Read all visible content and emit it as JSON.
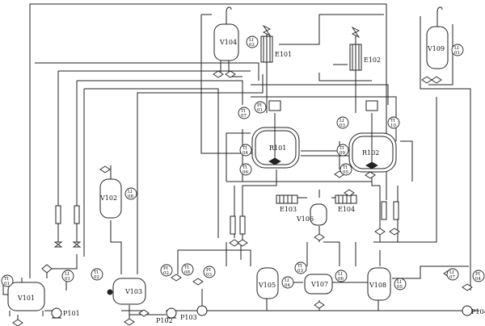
{
  "equipment": {
    "V101": "V101",
    "V102": "V102",
    "V103": "V103",
    "V104": "V104",
    "V105": "V105",
    "V106": "V106",
    "V107": "V107",
    "V108": "V108",
    "V109": "V109",
    "R101": "R101",
    "R102": "R102",
    "E101": "E101",
    "E102": "E102",
    "E103": "E103",
    "E104": "E104",
    "P101": "P101",
    "P102": "P102",
    "P103": "P103",
    "P104": "P104"
  },
  "instruments": {
    "TI01": [
      "TI",
      "01"
    ],
    "LI01a": [
      "LI",
      "01"
    ],
    "LI08": [
      "LI",
      "08"
    ],
    "LI02": [
      "LI",
      "02"
    ],
    "LI01b": [
      "LI",
      "01"
    ],
    "TI02": [
      "TI",
      "02"
    ],
    "PI01": [
      "PI",
      "01"
    ],
    "TI07": [
      "TI",
      "07"
    ],
    "LI03": [
      "LI",
      "03"
    ],
    "TI04": [
      "TI",
      "04"
    ],
    "TI06": [
      "TI",
      "06"
    ],
    "TI09": [
      "TI",
      "09"
    ],
    "TI05": [
      "TI",
      "05"
    ],
    "TI10": [
      "TI",
      "10"
    ],
    "PI02": [
      "PI",
      "02"
    ],
    "TI08": [
      "TI",
      "08"
    ],
    "PI03": [
      "PI",
      "03"
    ],
    "LI04": [
      "LI",
      "04"
    ],
    "TI03": [
      "TI",
      "03"
    ],
    "LI06": [
      "LI",
      "06"
    ],
    "LI07": [
      "LI",
      "07"
    ],
    "LI05": [
      "LI",
      "05"
    ],
    "PI04": [
      "PI",
      "04"
    ]
  }
}
